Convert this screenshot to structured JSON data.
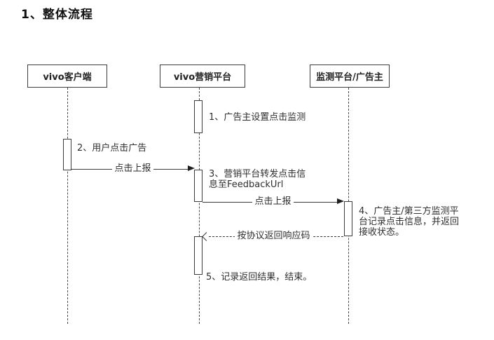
{
  "title": "1、整体流程",
  "diagram": {
    "type": "sequence-diagram",
    "actors": [
      {
        "id": "vivo-client",
        "label": "vivo客户端"
      },
      {
        "id": "vivo-marketing-platform",
        "label": "vivo营销平台"
      },
      {
        "id": "monitor-platform-advertiser",
        "label": "监测平台/广告主"
      }
    ],
    "annotations": [
      {
        "label": "1、广告主设置点击监测"
      },
      {
        "label": "2、用户点击广告"
      },
      {
        "label": "3、营销平台转发点击信息至FeedbackUrl"
      },
      {
        "label": "4、广告主/第三方监测平台记录点击信息，并返回接收状态。"
      },
      {
        "label": "5、记录返回结果，结束。"
      }
    ],
    "messages": [
      {
        "label": "点击上报",
        "from": "vivo客户端",
        "to": "vivo营销平台",
        "style": "solid"
      },
      {
        "label": "点击上报",
        "from": "vivo营销平台",
        "to": "监测平台/广告主",
        "style": "solid"
      },
      {
        "label": "按协议返回响应码",
        "from": "监测平台/广告主",
        "to": "vivo营销平台",
        "style": "dashed"
      }
    ]
  }
}
